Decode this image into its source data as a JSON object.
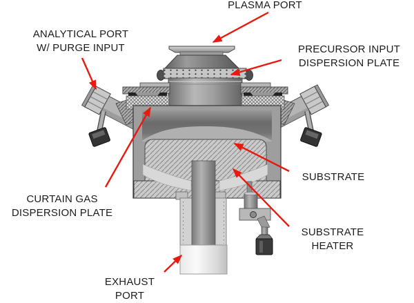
{
  "figure": {
    "background_color": "#ffffff",
    "text_color": "#1c1c1c",
    "arrow_color": "#e8190f"
  },
  "labels": {
    "plasma_port": {
      "line1": "PLASMA PORT"
    },
    "analytical_port": {
      "line1": "ANALYTICAL PORT",
      "line2": "W/ PURGE INPUT"
    },
    "precursor_input": {
      "line1": "PRECURSOR INPUT",
      "line2": "DISPERSION PLATE"
    },
    "substrate": {
      "line1": "SUBSTRATE"
    },
    "curtain_gas": {
      "line1": "CURTAIN GAS",
      "line2": "DISPERSION PLATE"
    },
    "substrate_heater": {
      "line1": "SUBSTRATE",
      "line2": "HEATER"
    },
    "exhaust_port": {
      "line1": "EXHAUST",
      "line2": "PORT"
    }
  }
}
